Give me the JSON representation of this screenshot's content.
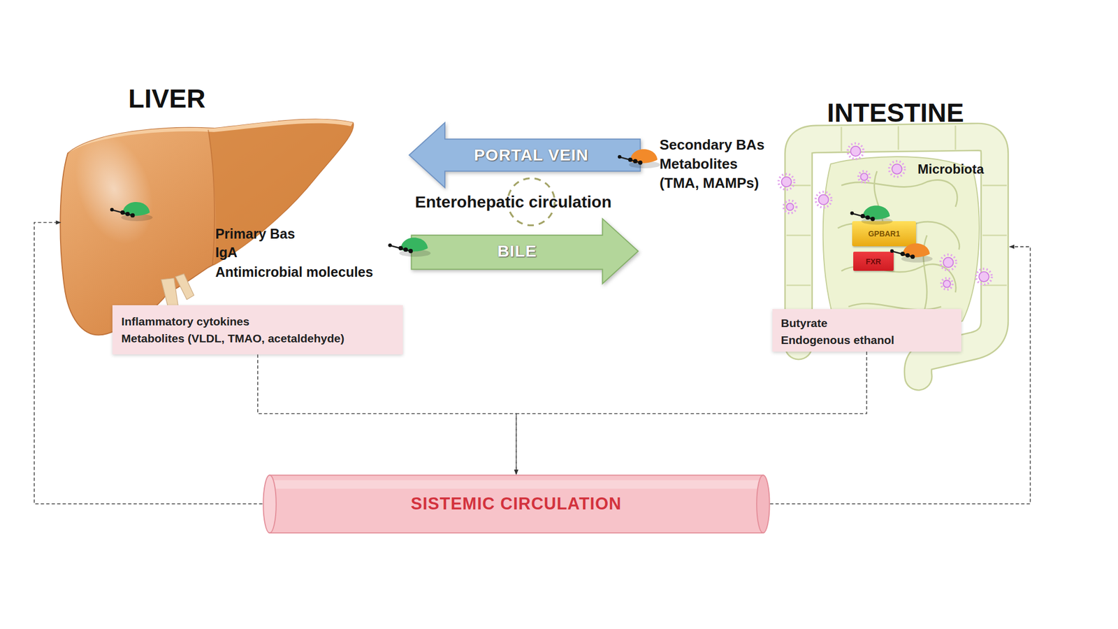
{
  "diagram": {
    "nodes": [
      {
        "text": [
          "LIVER"
        ]
      },
      {
        "text": [
          "Inflammatory cytokines",
          "Metabolites (VLDL, TMAO, acetaldehyde)"
        ]
      },
      {
        "text": [
          "PORTAL VEIN"
        ]
      },
      {
        "text": [
          "BILE"
        ]
      },
      {
        "text": [
          "INTESTINE"
        ]
      },
      {
        "text": [
          "GPBAR1"
        ],
        "in": 4
      },
      {
        "text": [
          "FXR"
        ],
        "in": 4
      },
      {
        "text": [
          "Butyrate",
          "Endogenous ethanol"
        ]
      },
      {
        "text": [
          "SISTEMIC CIRCULATION"
        ]
      }
    ],
    "edges": [
      {
        "from": 1,
        "to": 8,
        "arrow": "to"
      },
      {
        "from": 7,
        "to": 8,
        "arrow": "to"
      },
      {
        "from": 8,
        "to": 0,
        "arrow": "to"
      },
      {
        "from": 8,
        "to": 4,
        "arrow": "to"
      }
    ],
    "labels": [
      "Primary Bas",
      "IgA",
      "Antimicrobial molecules",
      "Enterohepatic circulation",
      "Secondary BAs",
      "Metabolites (TMA, MAMPs)",
      "Microbiota"
    ]
  }
}
